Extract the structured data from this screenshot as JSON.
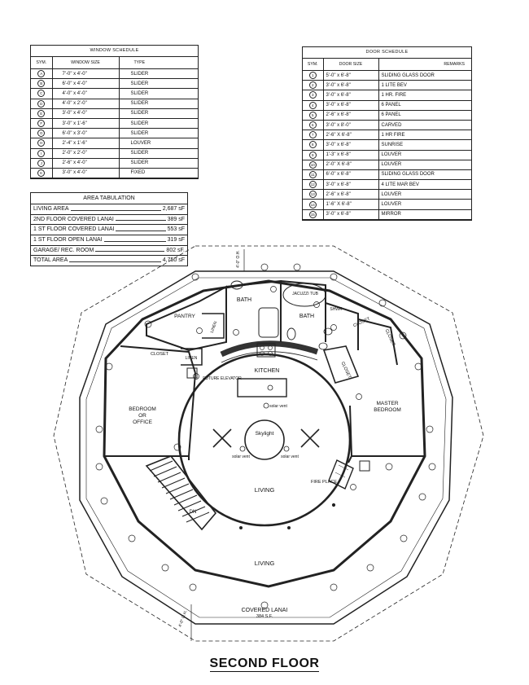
{
  "window_schedule": {
    "title": "WINDOW SCHEDULE",
    "headers": [
      "SYM.",
      "WINDOW SIZE",
      "TYPE"
    ],
    "rows": [
      {
        "sym": "A",
        "size": "7'-0\" x 4'-0\"",
        "type": "SLIDER"
      },
      {
        "sym": "B",
        "size": "6'-0\" x 4'-0\"",
        "type": "SLIDER"
      },
      {
        "sym": "C",
        "size": "4'-0\" x 4'-0\"",
        "type": "SLIDER"
      },
      {
        "sym": "D",
        "size": "4'-0\" x 2'-0\"",
        "type": "SLIDER"
      },
      {
        "sym": "E",
        "size": "3'-0\" x 4'-0\"",
        "type": "SLIDER"
      },
      {
        "sym": "F",
        "size": "3'-0\" x 1'-6\"",
        "type": "SLIDER"
      },
      {
        "sym": "G",
        "size": "6'-0\" x 3'-0\"",
        "type": "SLIDER"
      },
      {
        "sym": "H",
        "size": "2'-4\" x 1'-6\"",
        "type": "LOUVER"
      },
      {
        "sym": "I",
        "size": "2'-0\" x 2'-0\"",
        "type": "SLIDER"
      },
      {
        "sym": "J",
        "size": "2'-6\" x 4'-0\"",
        "type": "SLIDER"
      },
      {
        "sym": "K",
        "size": "3'-0\" x 4'-0\"",
        "type": "FIXED"
      }
    ]
  },
  "door_schedule": {
    "title": "DOOR SCHEDULE",
    "headers": [
      "SYM.",
      "DOOR SIZE",
      "REMARKS"
    ],
    "rows": [
      {
        "sym": "1",
        "size": "5'-0\" x 6'-8\"",
        "remarks": "SLIDING GLASS DOOR"
      },
      {
        "sym": "2",
        "size": "3'-0\" x 6'-8\"",
        "remarks": "1 LITE BEV"
      },
      {
        "sym": "3",
        "size": "3'-0\" x 6'-8\"",
        "remarks": "1 HR. FIRE"
      },
      {
        "sym": "4",
        "size": "3'-0\" x 6'-8\"",
        "remarks": "6 PANEL"
      },
      {
        "sym": "5",
        "size": "2'-6\" x 6'-8\"",
        "remarks": "6 PANEL"
      },
      {
        "sym": "6",
        "size": "3'-0\" x 8'-0\"",
        "remarks": "CARVED"
      },
      {
        "sym": "7",
        "size": "2'-6\" X 6'-8\"",
        "remarks": "1 HR FIRE"
      },
      {
        "sym": "8",
        "size": "3'-0\" x 6'-8\"",
        "remarks": "SUNRISE"
      },
      {
        "sym": "9",
        "size": "1'-3\" x 6'-8\"",
        "remarks": "LOUVER"
      },
      {
        "sym": "10",
        "size": "2'-0\" X 6'-8\"",
        "remarks": "LOUVER"
      },
      {
        "sym": "11",
        "size": "6'-0\" x 6'-8\"",
        "remarks": "SLIDING GLASS DOOR"
      },
      {
        "sym": "12",
        "size": "3'-0\" x 6'-8\"",
        "remarks": "4 LITE MAR BEV"
      },
      {
        "sym": "13",
        "size": "2'-6\" x 6'-8\"",
        "remarks": "LOUVER"
      },
      {
        "sym": "14",
        "size": "1'-6\" X 6'-8\"",
        "remarks": "LOUVER"
      },
      {
        "sym": "15",
        "size": "3'-0\" x 6'-8\"",
        "remarks": "MIRROR"
      }
    ]
  },
  "area_tabulation": {
    "title": "AREA TABULATION",
    "rows": [
      {
        "label": "LIVING AREA",
        "value": "2,687 sF"
      },
      {
        "label": "2ND FLOOR COVERED LANAI",
        "value": "389 sF"
      },
      {
        "label": "1 ST FLOOR COVERED LANAI",
        "value": "553 sF"
      },
      {
        "label": "1 ST FLOOR OPEN LANAI",
        "value": "319 sF"
      },
      {
        "label": "GARAGE/ REC. ROOM",
        "value": "802 sF."
      },
      {
        "label": "TOTAL AREA",
        "value": "4,750 sF"
      }
    ]
  },
  "plan": {
    "rooms": {
      "pantry": "PANTRY",
      "bath_left": "BATH",
      "bath_right": "BATH",
      "jacuzzi": "JACUZZI TUB",
      "linen_upper": "LINEN",
      "linen_lower": "LINEN",
      "closet_left": "CLOSET",
      "closet_right_a": "CLOSET",
      "closet_right_b": "CLOSET",
      "closet_right_c": "CLOSET",
      "shwr": "SHWR",
      "kitchen": "KITCHEN",
      "future_elevator": "FUTURE ELEVATOR",
      "bedroom_line1": "BEDROOM",
      "bedroom_line2": "OR",
      "bedroom_line3": "OFFICE",
      "master_line1": "MASTER",
      "master_line2": "BEDROOM",
      "skylight": "Skylight",
      "solar_vent": "solar vent",
      "living_upper": "LIVING",
      "living_lower": "LIVING",
      "fire_place": "FIRE PLACE",
      "dn": "DN",
      "covered_lanai": "COVERED LANAI",
      "covered_lanai_area": "384 S.F.",
      "oh_top": "4'-0\" O.H.",
      "oh_bottom": "4'-0\" O.H."
    }
  },
  "sheet_title": "SECOND FLOOR"
}
